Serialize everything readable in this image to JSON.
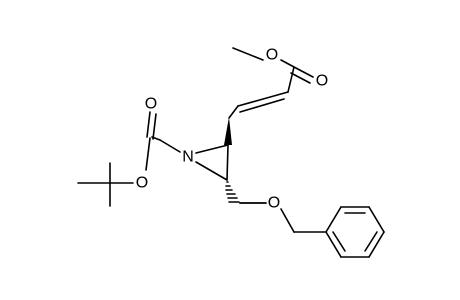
{
  "structure": {
    "atoms": {
      "methoxy_oxygen": "O",
      "ester_carbonyl_oxygen": "O",
      "boc_carbonyl_oxygen": "O",
      "boc_ester_oxygen": "O",
      "aziridine_nitrogen": "N",
      "ether_oxygen": "O"
    }
  },
  "colors": {
    "bond": "#000000",
    "background": "#ffffff"
  }
}
